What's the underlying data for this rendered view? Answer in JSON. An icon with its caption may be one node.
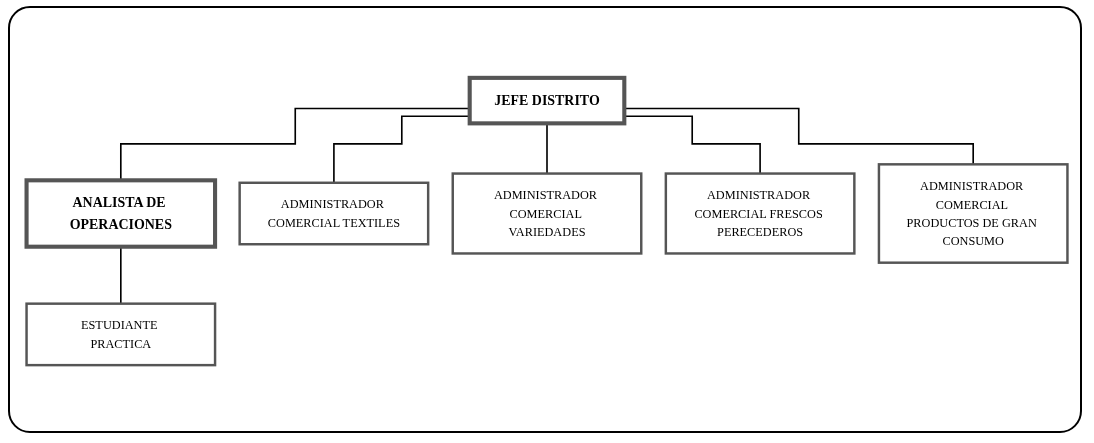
{
  "diagram": {
    "nodes": [
      {
        "text": [
          "JEFE DISTRITO"
        ]
      },
      {
        "text": [
          "ANALISTA DE OPERACIONES"
        ]
      },
      {
        "text": [
          "ADMINISTRADOR COMERCIAL TEXTILES"
        ]
      },
      {
        "text": [
          "ADMINISTRADOR COMERCIAL VARIEDADES"
        ]
      },
      {
        "text": [
          "ADMINISTRADOR COMERCIAL FRESCOS PERECEDEROS"
        ]
      },
      {
        "text": [
          "ADMINISTRADOR COMERCIAL PRODUCTOS DE GRAN CONSUMO"
        ]
      },
      {
        "text": [
          "ESTUDIANTE PRACTICA"
        ]
      }
    ],
    "edges": [
      {
        "from": 0,
        "to": 2,
        "arrow": "none"
      },
      {
        "from": 0,
        "to": 3,
        "arrow": "none"
      },
      {
        "from": 0,
        "to": 4,
        "arrow": "none"
      },
      {
        "from": 0,
        "to": 5,
        "arrow": "none"
      },
      {
        "from": 0,
        "to": 1,
        "arrow": "none"
      },
      {
        "from": 1,
        "to": 6,
        "arrow": "none"
      }
    ]
  }
}
